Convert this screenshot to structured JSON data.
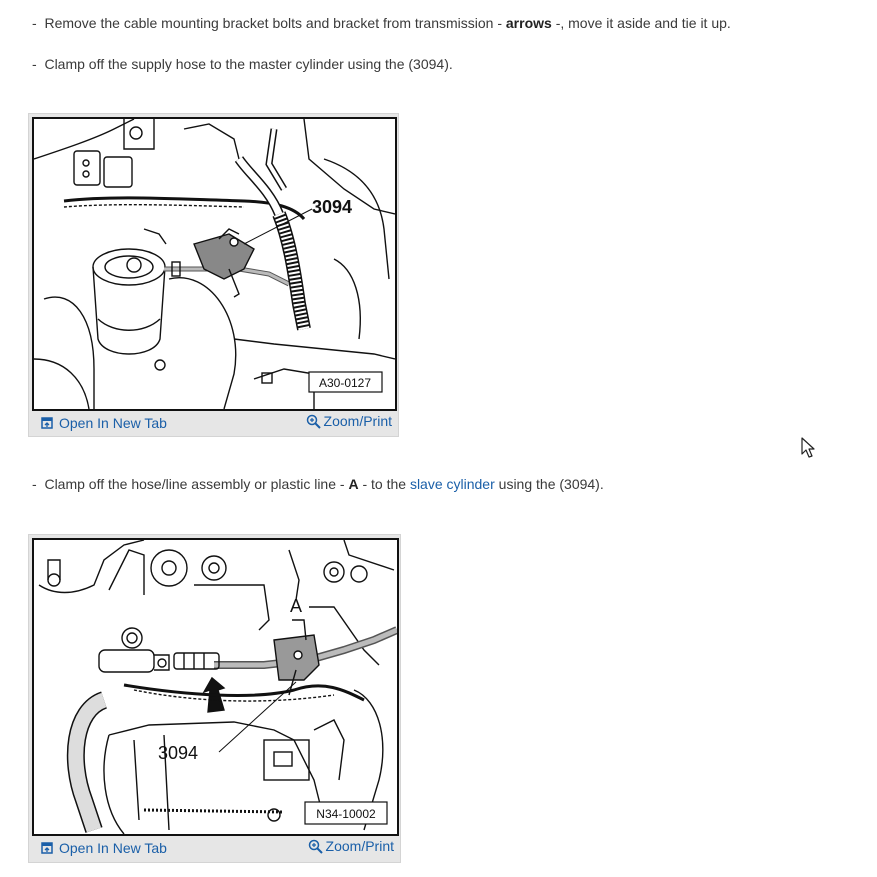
{
  "steps": [
    {
      "dash": "-",
      "pre": "Remove the cable mounting bracket bolts and bracket from transmission - ",
      "bold": "arrows",
      "post": " -, move it aside and tie it up."
    },
    {
      "dash": "-",
      "text": "Clamp off the supply hose to the master cylinder using the (3094)."
    },
    {
      "dash": "-",
      "pre": "Clamp off the hose/line assembly or plastic line - ",
      "bold": "A",
      "mid": " - to the ",
      "link": "slave cylinder",
      "post": " using the (3094)."
    }
  ],
  "figures": [
    {
      "callout": "3094",
      "figure_id": "A30-0127",
      "open_label": "Open In New Tab",
      "zoom_label": "Zoom/Print"
    },
    {
      "callout": "3094",
      "label_a": "A",
      "figure_id": "N34-10002",
      "open_label": "Open In New Tab",
      "zoom_label": "Zoom/Print"
    }
  ],
  "icons": {
    "open": "open-in-new-tab-icon",
    "zoom": "zoom-magnifier-icon",
    "cursor": "mouse-pointer-icon"
  },
  "colors": {
    "link": "#1a5fa8",
    "text": "#3a3a3a",
    "frame": "#e6e6e6"
  }
}
